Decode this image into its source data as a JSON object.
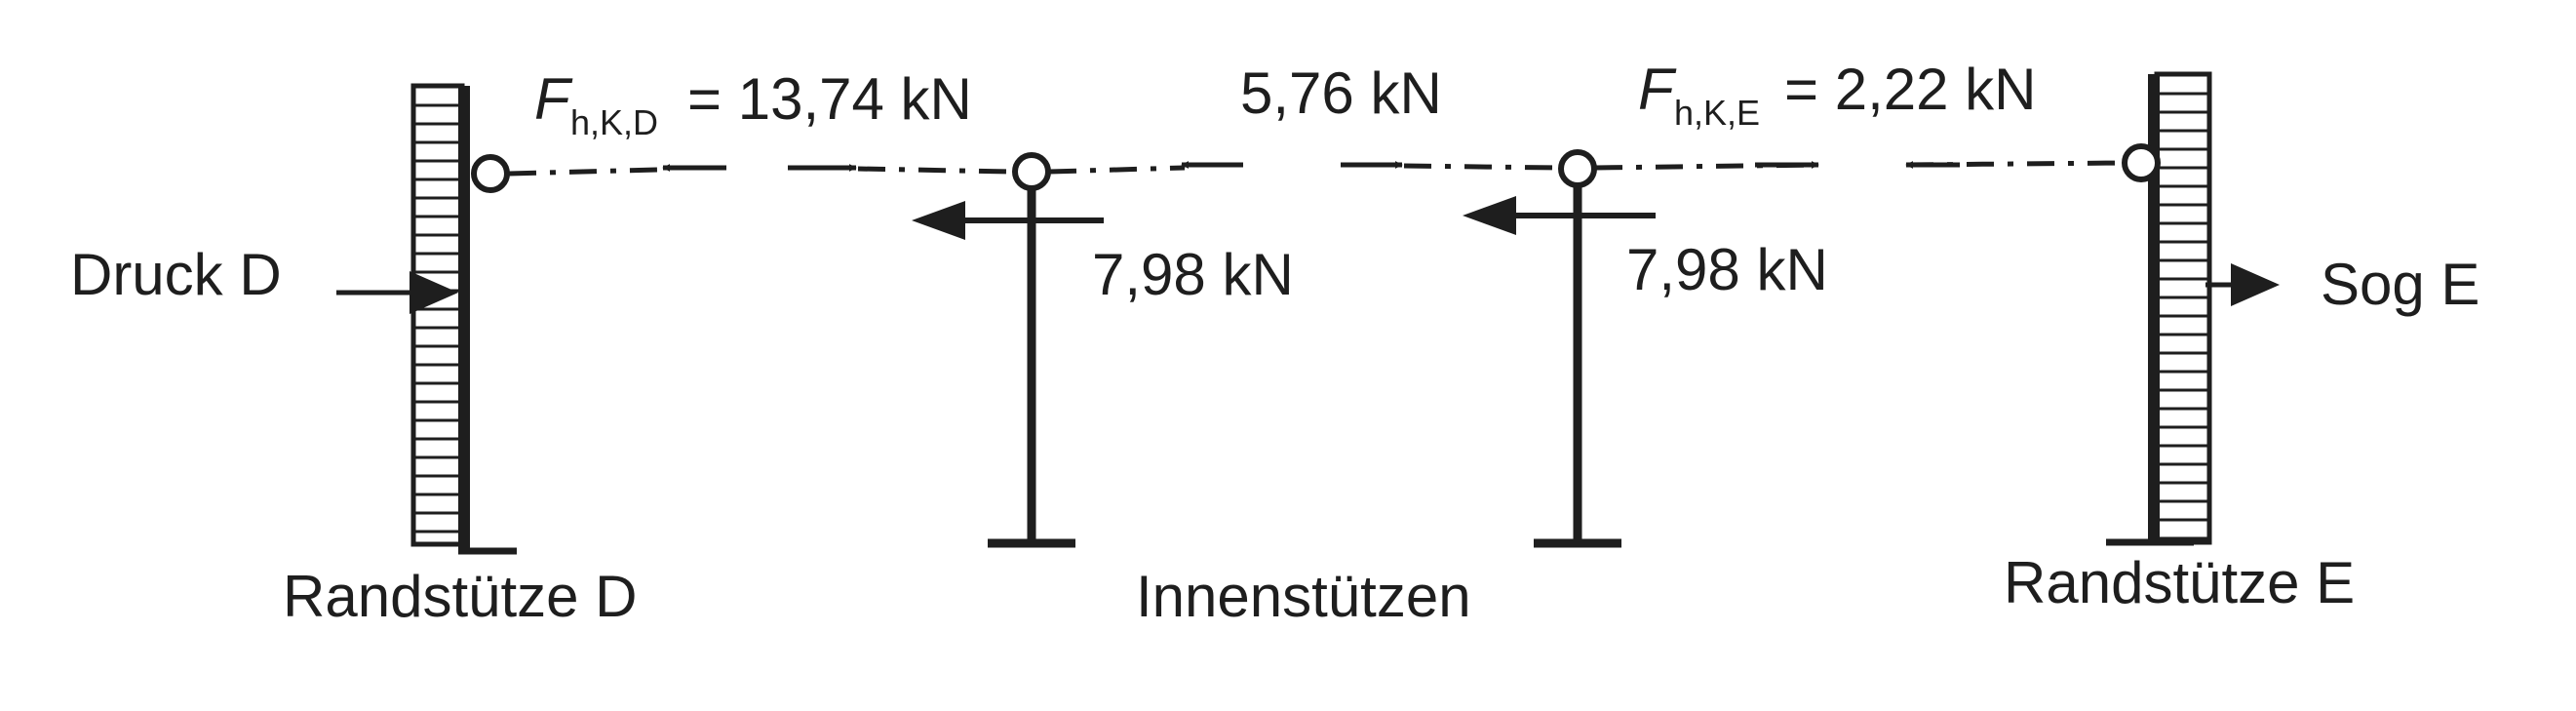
{
  "labels": {
    "force_d_symbol": "F",
    "force_d_subscript": "h,K,D",
    "force_d_value": "= 13,74 kN",
    "force_mid_value": "5,76 kN",
    "force_e_symbol": "F",
    "force_e_subscript": "h,K,E",
    "force_e_value": "= 2,22 kN",
    "inner_load_left": "7,98 kN",
    "inner_load_right": "7,98 kN",
    "pressure_label": "Druck D",
    "suction_label": "Sog E",
    "column_d_label": "Randstütze D",
    "inner_columns_label": "Innenstützen",
    "column_e_label": "Randstütze E"
  },
  "colors": {
    "ink": "#1e1e1e",
    "background": "#ffffff"
  }
}
